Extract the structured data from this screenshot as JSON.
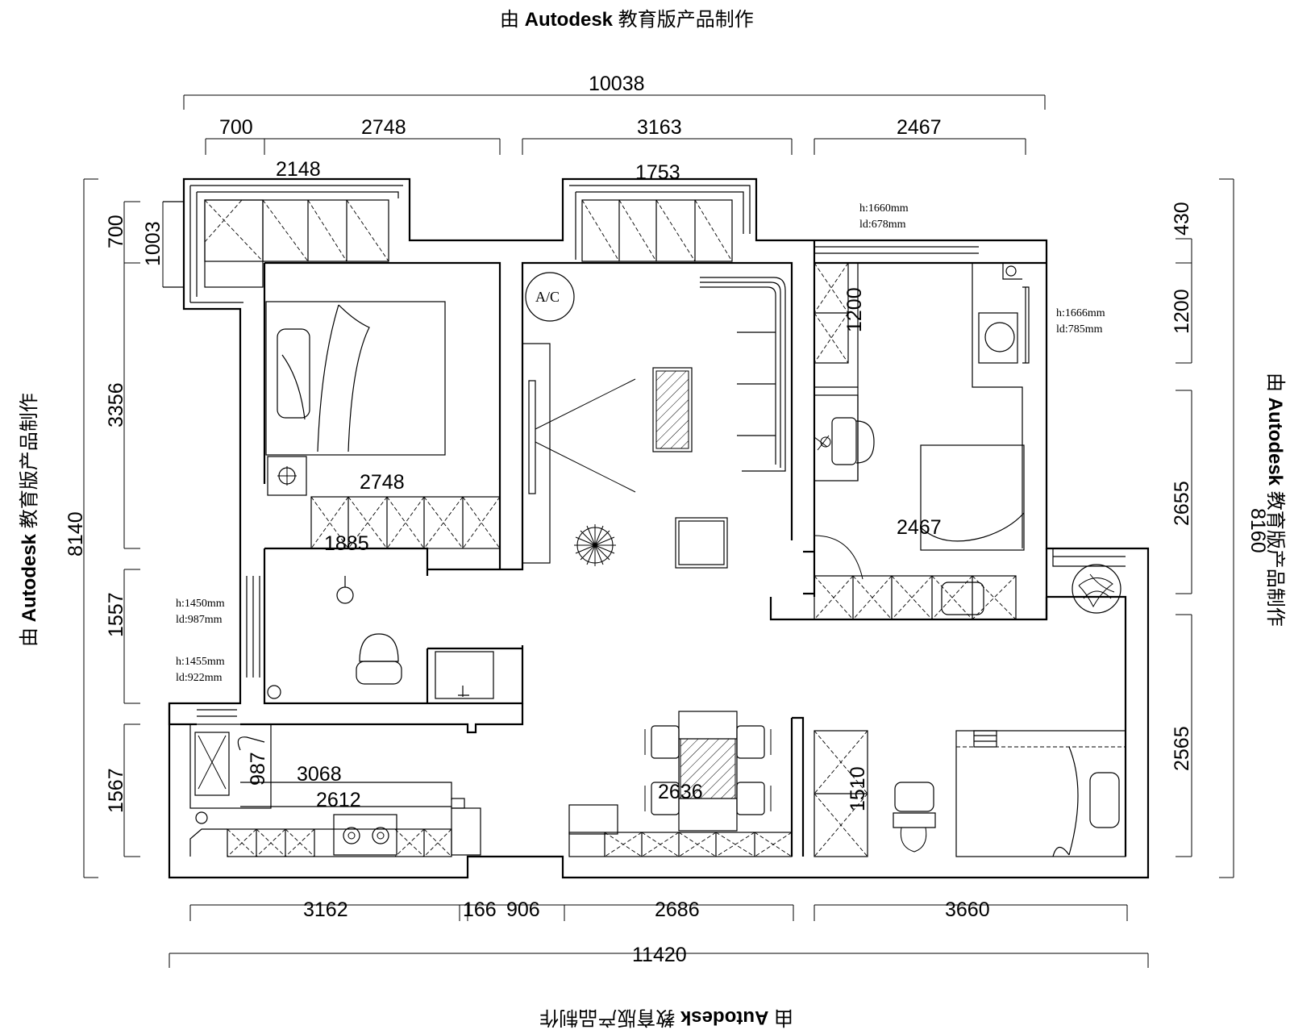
{
  "watermark": {
    "prefix": "由 ",
    "brand": "Autodesk",
    "suffix": " 教育版产品制作"
  },
  "dimensions": {
    "top_total": "10038",
    "top_700": "700",
    "top_2748": "2748",
    "top_3163": "3163",
    "top_2467": "2467",
    "balcony_2148": "2148",
    "balcony_1753": "1753",
    "bottom_3162": "3162",
    "bottom_166": "166",
    "bottom_906": "906",
    "bottom_2686": "2686",
    "bottom_3660": "3660",
    "bottom_total": "11420",
    "left_total": "8140",
    "left_700": "700",
    "left_1003": "1003",
    "left_3356": "3356",
    "left_1557": "1557",
    "left_1567": "1567",
    "right_total": "8160",
    "right_430": "430",
    "right_1200": "1200",
    "right_2655": "2655",
    "right_2565": "2565",
    "inner_2748": "2748",
    "inner_1885": "1885",
    "inner_2467": "2467",
    "inner_1200": "1200",
    "inner_3068": "3068",
    "inner_2612": "2612",
    "inner_987": "987",
    "inner_2636": "2636",
    "inner_1510": "1510"
  },
  "notes": {
    "window1_h": "h:1660mm",
    "window1_ld": "ld:678mm",
    "window2_h": "h:1666mm",
    "window2_ld": "ld:785mm",
    "window3_h": "h:1450mm",
    "window3_ld": "ld:987mm",
    "window4_h": "h:1455mm",
    "window4_ld": "ld:922mm"
  },
  "labels": {
    "ac": "A/C"
  }
}
